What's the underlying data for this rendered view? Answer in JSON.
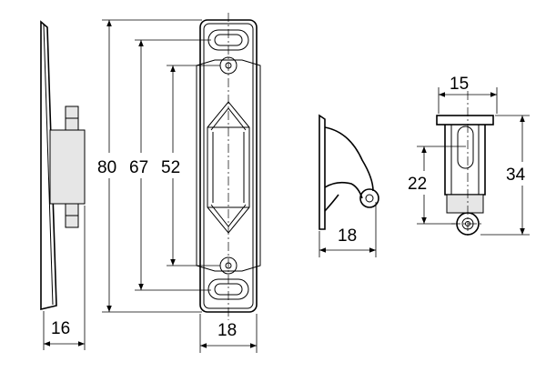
{
  "views": {
    "side": {
      "dim_width": "16"
    },
    "front": {
      "dim_overall": "80",
      "dim_mid": "67",
      "dim_inner": "52",
      "dim_width": "18"
    },
    "profile": {
      "dim_width": "18"
    },
    "end": {
      "dim_top": "15",
      "dim_slot": "22",
      "dim_height": "34"
    }
  }
}
